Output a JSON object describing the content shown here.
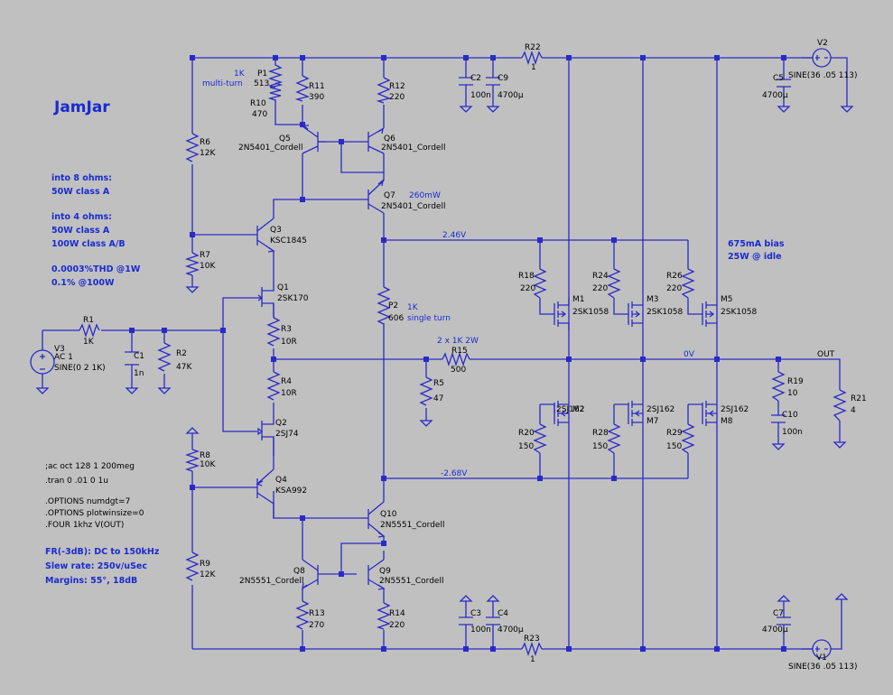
{
  "title": "JamJar",
  "specs": {
    "l1": "into 8 ohms:",
    "l2": "50W class A",
    "l3": "into 4 ohms:",
    "l4": "50W class A",
    "l5": "100W class A/B",
    "l6": "0.0003%THD @1W",
    "l7": "0.1% @100W"
  },
  "perf": {
    "l1": "FR(-3dB): DC to 150kHz",
    "l2": "Slew rate: 250v/uSec",
    "l3": "Margins: 55°, 18dB"
  },
  "directives": {
    "ac": ";ac oct 128 1 200meg",
    "tran": ".tran 0 .01 0 1u",
    "opt1": ".OPTIONS numdgt=7",
    "opt2": ".OPTIONS plotwinsize=0",
    "four": ".FOUR 1khz V(OUT)"
  },
  "notes": {
    "p1": "1K",
    "p1b": "multi-turn",
    "q7": "260mW",
    "p2": "1K",
    "p2b": "single turn",
    "r15": "2 x 1K 2W",
    "bias": "675mA bias",
    "idle": "25W @ idle",
    "v246": "2.46V",
    "v268": "-2.68V",
    "v0": "0V",
    "out": "OUT"
  },
  "components": {
    "P1": {
      "name": "P1",
      "value": "513"
    },
    "R10": {
      "name": "R10",
      "value": "470"
    },
    "R11": {
      "name": "R11",
      "value": "390"
    },
    "R12": {
      "name": "R12",
      "value": "220"
    },
    "R6": {
      "name": "R6",
      "value": "12K"
    },
    "R7": {
      "name": "R7",
      "value": "10K"
    },
    "R8": {
      "name": "R8",
      "value": "10K"
    },
    "R9": {
      "name": "R9",
      "value": "12K"
    },
    "Q5": {
      "name": "Q5",
      "value": "2N5401_Cordell"
    },
    "Q6": {
      "name": "Q6",
      "value": "2N5401_Cordell"
    },
    "Q7": {
      "name": "Q7",
      "value": "2N5401_Cordell"
    },
    "Q3": {
      "name": "Q3",
      "value": "KSC1845"
    },
    "Q1": {
      "name": "Q1",
      "value": "2SK170"
    },
    "Q2": {
      "name": "Q2",
      "value": "2SJ74"
    },
    "Q4": {
      "name": "Q4",
      "value": "KSA992"
    },
    "Q8": {
      "name": "Q8",
      "value": "2N5551_Cordell"
    },
    "Q9": {
      "name": "Q9",
      "value": "2N5551_Cordell"
    },
    "Q10": {
      "name": "Q10",
      "value": "2N5551_Cordell"
    },
    "R3": {
      "name": "R3",
      "value": "10R"
    },
    "R4": {
      "name": "R4",
      "value": "10R"
    },
    "R13": {
      "name": "R13",
      "value": "270"
    },
    "R14": {
      "name": "R14",
      "value": "220"
    },
    "P2": {
      "name": "P2",
      "value": "606"
    },
    "R1": {
      "name": "R1",
      "value": "1K"
    },
    "C1": {
      "name": "C1",
      "value": "1n"
    },
    "R2": {
      "name": "R2",
      "value": "47K"
    },
    "V3": {
      "name": "V3",
      "value": "AC 1",
      "value2": "SINE(0 2 1K)"
    },
    "R5": {
      "name": "R5",
      "value": "47"
    },
    "R15": {
      "name": "R15",
      "value": "500"
    },
    "R22": {
      "name": "R22",
      "value": "1"
    },
    "R23": {
      "name": "R23",
      "value": "1"
    },
    "C2": {
      "name": "C2",
      "value": "100n"
    },
    "C9": {
      "name": "C9",
      "value": "4700µ"
    },
    "C3": {
      "name": "C3",
      "value": "100n"
    },
    "C4": {
      "name": "C4",
      "value": "4700µ"
    },
    "C5": {
      "name": "C5",
      "value": "4700µ"
    },
    "C7": {
      "name": "C7",
      "value": "4700µ"
    },
    "V2": {
      "name": "V2",
      "value": "SINE(36 .05 113)"
    },
    "V1": {
      "name": "V1",
      "value": "SINE(36 .05 113)"
    },
    "R18": {
      "name": "R18",
      "value": "220"
    },
    "R24": {
      "name": "R24",
      "value": "220"
    },
    "R26": {
      "name": "R26",
      "value": "220"
    },
    "M1": {
      "name": "M1",
      "value": "2SK1058"
    },
    "M3": {
      "name": "M3",
      "value": "2SK1058"
    },
    "M5": {
      "name": "M5",
      "value": "2SK1058"
    },
    "M2": {
      "name": "M2",
      "value": "2SJ162"
    },
    "M7": {
      "name": "M7",
      "value": "2SJ162"
    },
    "M8": {
      "name": "M8",
      "value": "2SJ162"
    },
    "R20": {
      "name": "R20",
      "value": "150"
    },
    "R28": {
      "name": "R28",
      "value": "150"
    },
    "R29": {
      "name": "R29",
      "value": "150"
    },
    "R19": {
      "name": "R19",
      "value": "10"
    },
    "C10": {
      "name": "C10",
      "value": "100n"
    },
    "R21": {
      "name": "R21",
      "value": "4"
    }
  },
  "colors": {
    "background": "#c0c0c0",
    "wire": "#2a2ac8",
    "label": "#000000",
    "annotation": "#1a2bd0"
  }
}
